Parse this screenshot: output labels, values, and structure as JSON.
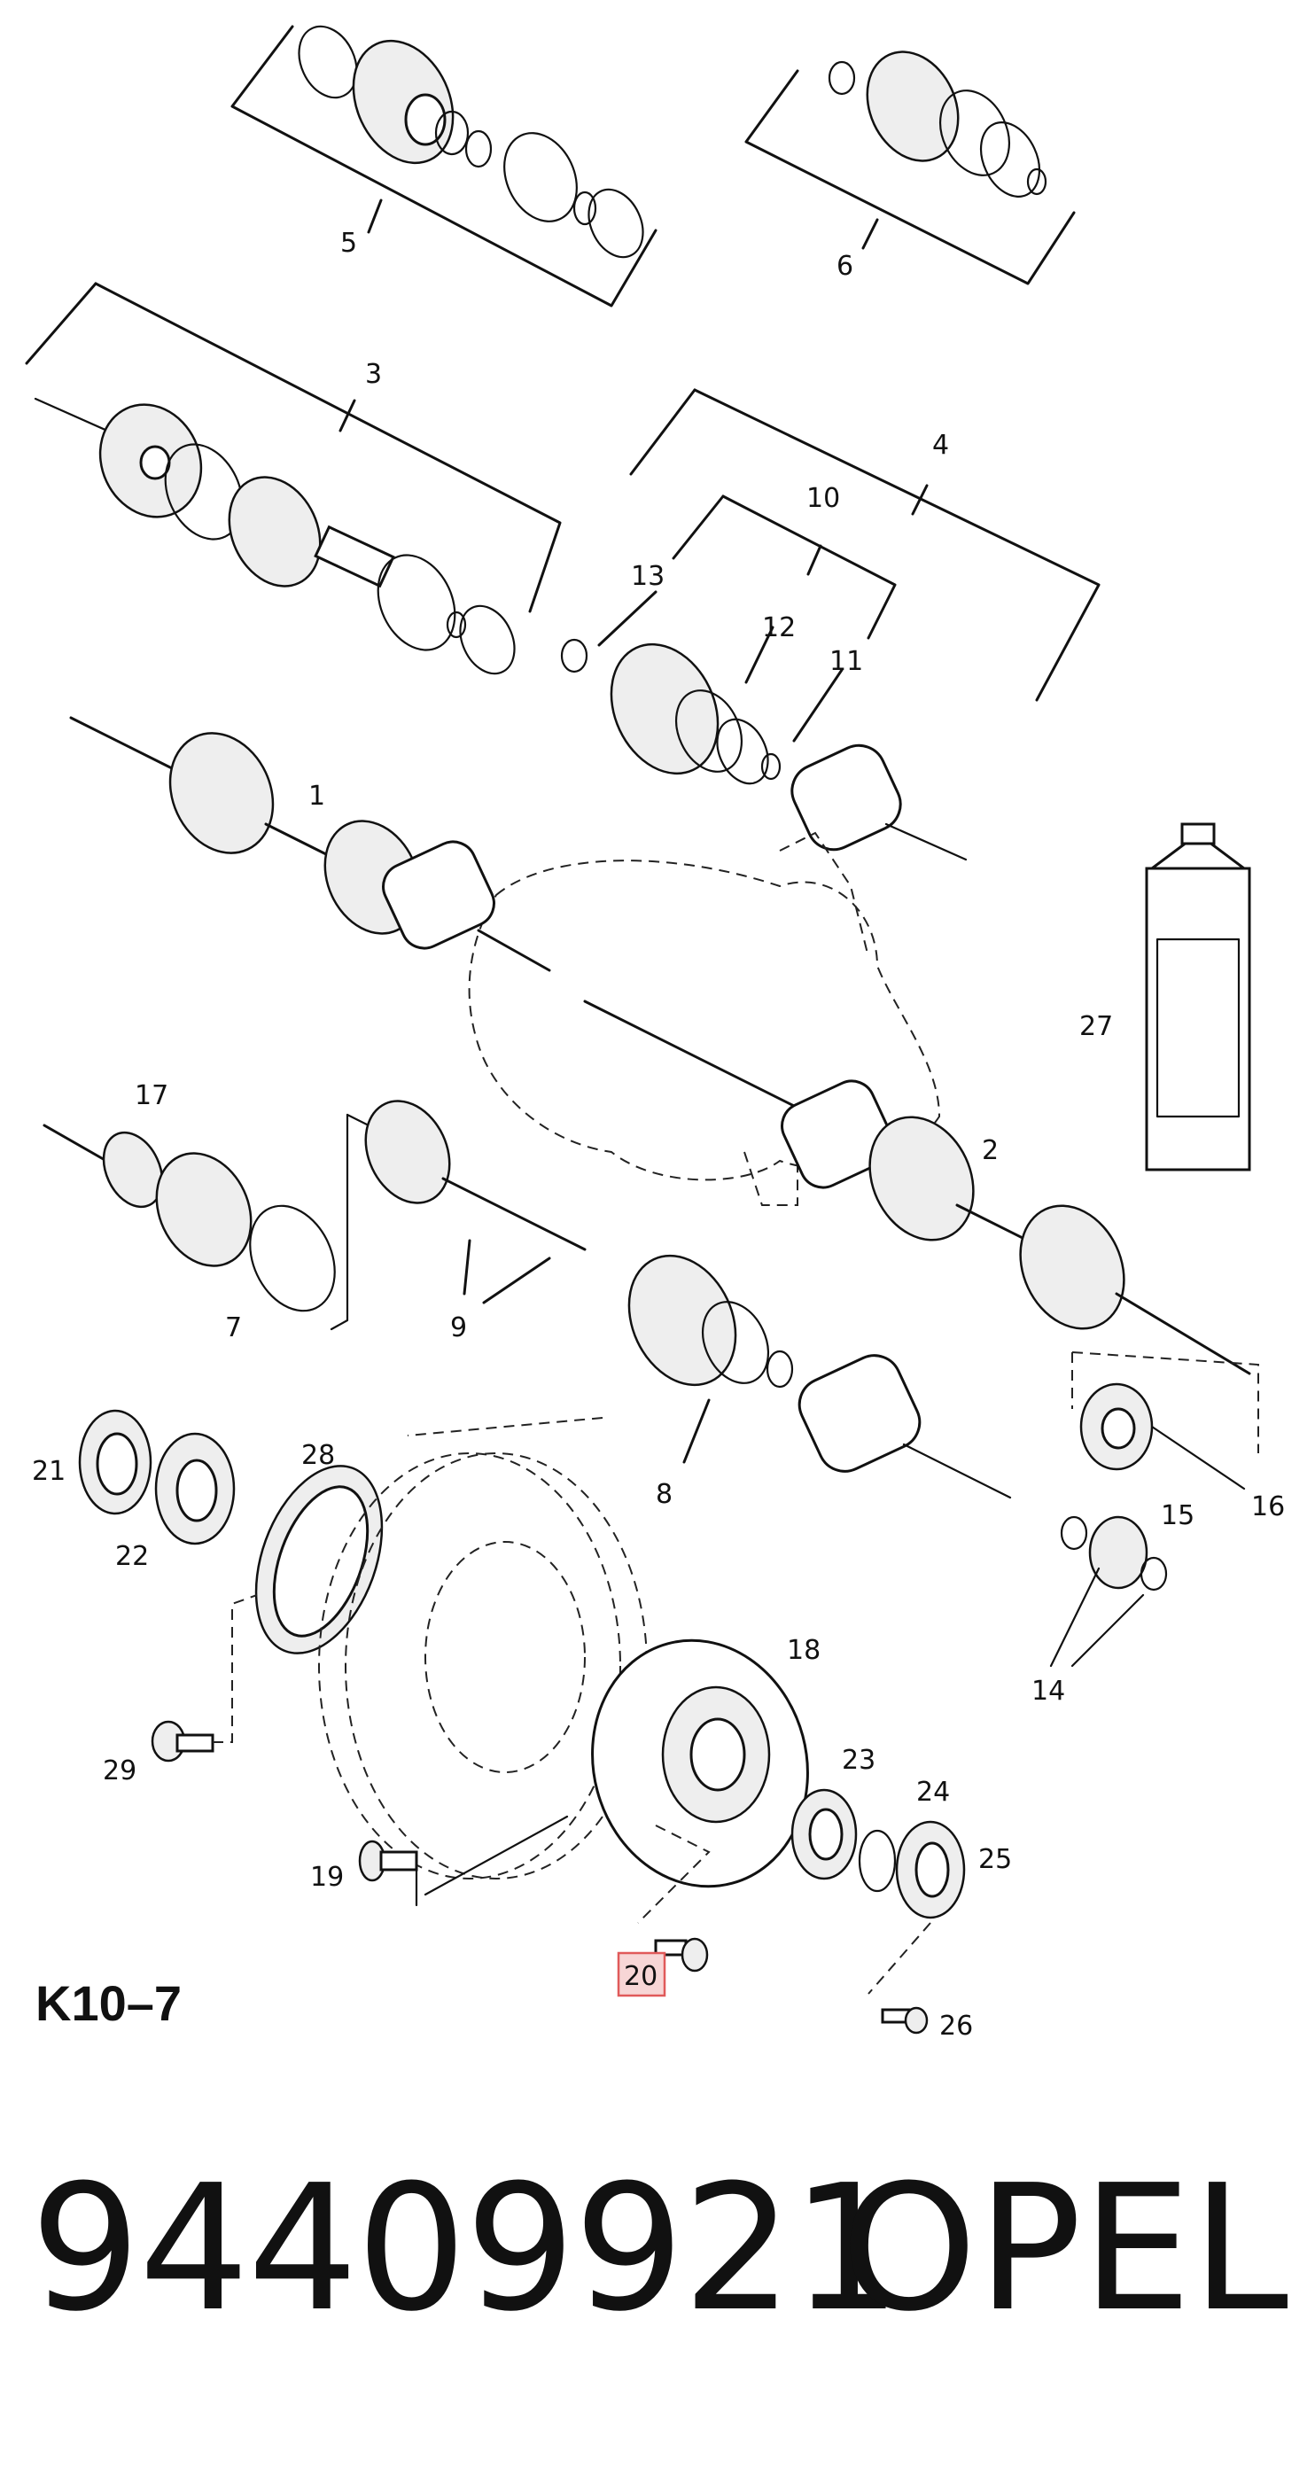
{
  "diagram": {
    "callouts": [
      "1",
      "2",
      "3",
      "4",
      "5",
      "6",
      "7",
      "8",
      "9",
      "10",
      "11",
      "12",
      "13",
      "14",
      "15",
      "16",
      "17",
      "18",
      "19",
      "20",
      "21",
      "22",
      "23",
      "24",
      "25",
      "26",
      "27",
      "28",
      "29"
    ],
    "highlighted": "20"
  },
  "reference": "K10–7",
  "part_number": "94409921",
  "brand": "OPEL"
}
